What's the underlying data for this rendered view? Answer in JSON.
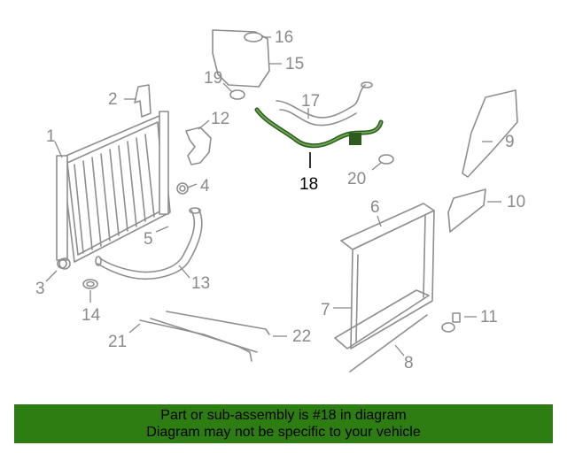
{
  "diagram": {
    "callouts": [
      "1",
      "2",
      "3",
      "4",
      "5",
      "6",
      "7",
      "8",
      "9",
      "10",
      "11",
      "12",
      "13",
      "14",
      "15",
      "16",
      "17",
      "18",
      "19",
      "20",
      "21",
      "22"
    ],
    "highlighted_part": "18",
    "highlight_color": "#2e5b1e"
  },
  "banner": {
    "line1": "Part or sub-assembly is #18 in diagram",
    "line2": "Diagram may not be specific to your vehicle",
    "background": "#2e7d12"
  }
}
